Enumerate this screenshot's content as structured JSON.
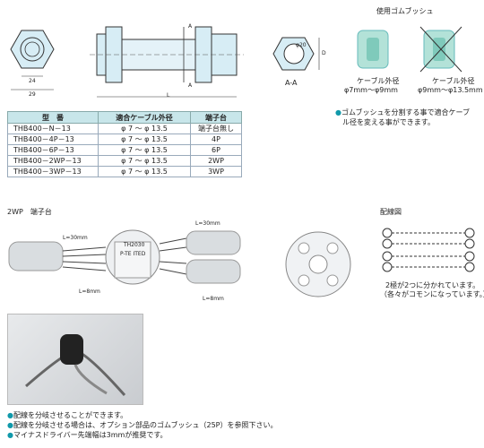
{
  "top_right": {
    "title": "使用ゴムブッシュ",
    "cable_small_label": "ケーブル外径",
    "cable_small_range": "φ7mm～φ9mm",
    "cable_large_label": "ケーブル外径",
    "cable_large_range": "φ9mm～φ13.5mm",
    "note_line1": "ゴムブッシュを分割する事で適合ケーブ",
    "note_line2": "ル径を変える事ができます。"
  },
  "drawing": {
    "dim_24": "24",
    "dim_29": "29",
    "dim_L": "L",
    "section_label": "A-A",
    "arrow_a": "A",
    "dim_d": "D",
    "dim_phi": "φ20"
  },
  "table": {
    "headers": [
      "型　番",
      "適合ケーブル外径",
      "端子台"
    ],
    "rows": [
      [
        "THB400－N－13",
        "φ 7 ～ φ 13.5",
        "端子台無し"
      ],
      [
        "THB400－4P－13",
        "φ 7 ～ φ 13.5",
        "4P"
      ],
      [
        "THB400－6P－13",
        "φ 7 ～ φ 13.5",
        "6P"
      ],
      [
        "THB400－2WP－13",
        "φ 7 ～ φ 13.5",
        "2WP"
      ],
      [
        "THB400－3WP－13",
        "φ 7 ～ φ 13.5",
        "3WP"
      ]
    ]
  },
  "terminal": {
    "title": "2WP　端子台",
    "l30_left": "L=30mm",
    "l8_left": "L=8mm",
    "l30_right": "L=30mm",
    "l8_right": "L=8mm",
    "block_text1": "TH2030",
    "block_text2": "P-TE ITED"
  },
  "wiring": {
    "title": "配線図",
    "caption1": "2極が2つに分かれています。",
    "caption2": "（各々がコモンになっています。）"
  },
  "bottom_notes": [
    "配線を分岐させることができます。",
    "配線を分岐させる場合は、オプション部品のゴムブッシュ（25P）を参照下さい。",
    "マイナスドライバー先端幅は3mmが推奨です。"
  ],
  "colors": {
    "accent": "#1a9aa8",
    "table_header": "#c8e6ea",
    "part_fill": "#d7edf5"
  }
}
